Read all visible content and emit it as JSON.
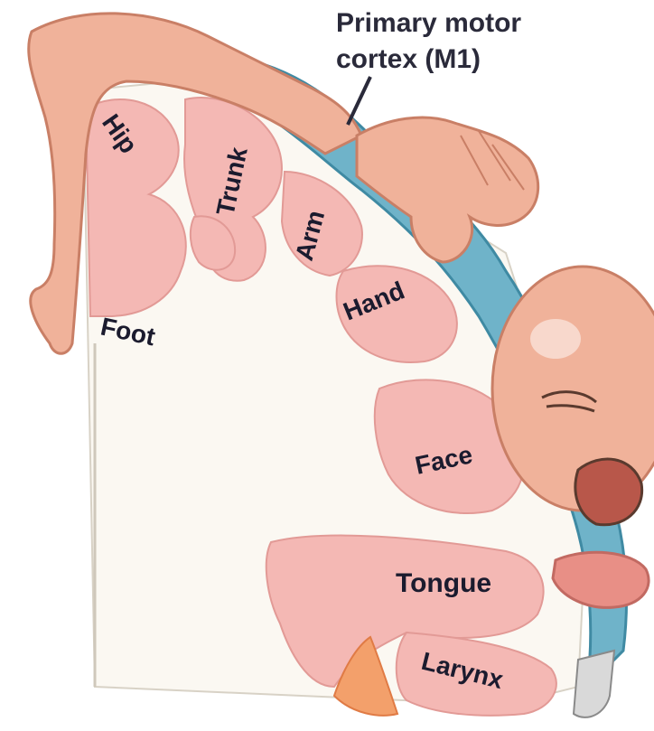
{
  "diagram": {
    "region_label_line1": "Primary motor",
    "region_label_line2": "cortex (M1)",
    "body_parts": {
      "hip": "Hip",
      "trunk": "Trunk",
      "arm": "Arm",
      "hand": "Hand",
      "foot": "Foot",
      "face": "Face",
      "tongue": "Tongue",
      "larynx": "Larynx"
    },
    "colors": {
      "cortex_pink": "#f4b8b4",
      "cortex_outline": "#e29a96",
      "motor_strip_blue": "#6fb3c9",
      "motor_strip_dark": "#3f8aa3",
      "white_matter": "#fbf8f2",
      "skin": "#f0b29a",
      "label_text": "#1b1b2e"
    },
    "icons": [
      "homunculus-legs",
      "homunculus-hand",
      "homunculus-head",
      "homunculus-tongue"
    ]
  }
}
